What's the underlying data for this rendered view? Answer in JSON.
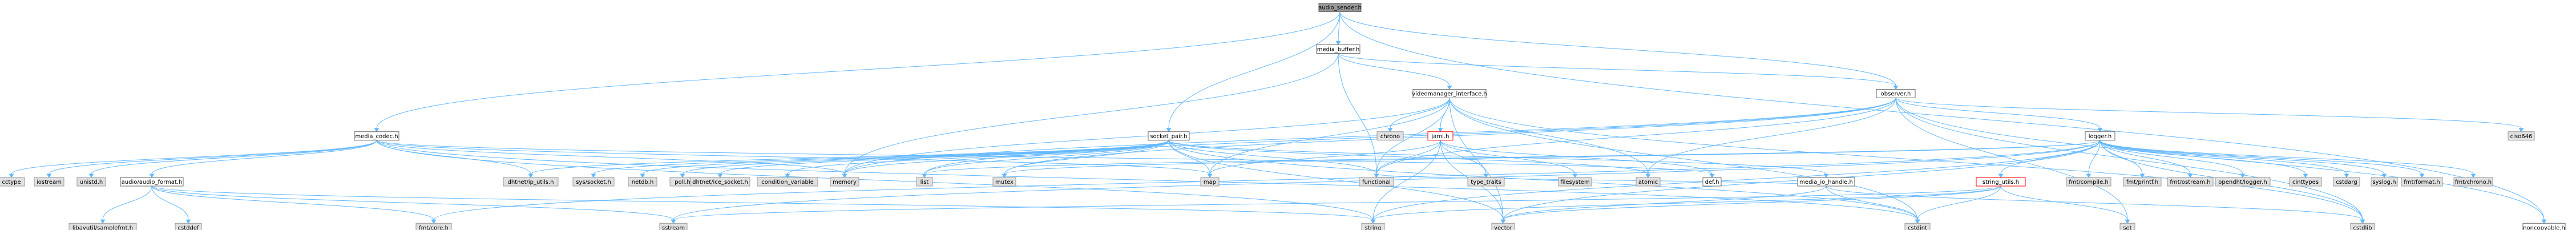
{
  "colors": {
    "edge": "#63b8ff",
    "root_fill": "#999999",
    "local_fill": "#ffffff",
    "system_fill": "#e0e0e0",
    "warn_border": "#ff0000"
  },
  "nodes": [
    {
      "id": "audio_sender",
      "label": "audio_sender.h",
      "kind": "root"
    },
    {
      "id": "media_buffer",
      "label": "media_buffer.h",
      "kind": "local"
    },
    {
      "id": "media_codec",
      "label": "media_codec.h",
      "kind": "local"
    },
    {
      "id": "observer",
      "label": "observer.h",
      "kind": "local"
    },
    {
      "id": "videomanager_interface",
      "label": "videomanager_interface.h",
      "kind": "local"
    },
    {
      "id": "socket_pair",
      "label": "socket_pair.h",
      "kind": "local"
    },
    {
      "id": "jami",
      "label": "jami.h",
      "kind": "warn"
    },
    {
      "id": "logger",
      "label": "logger.h",
      "kind": "local"
    },
    {
      "id": "ciso646",
      "label": "ciso646",
      "kind": "system"
    },
    {
      "id": "chrono",
      "label": "chrono",
      "kind": "system"
    },
    {
      "id": "cctype",
      "label": "cctype",
      "kind": "system"
    },
    {
      "id": "iostream",
      "label": "iostream",
      "kind": "system"
    },
    {
      "id": "unistd_h",
      "label": "unistd.h",
      "kind": "system"
    },
    {
      "id": "audio_format",
      "label": "audio/audio_format.h",
      "kind": "local"
    },
    {
      "id": "dhtnet_ip_utils",
      "label": "dhtnet/ip_utils.h",
      "kind": "system"
    },
    {
      "id": "sys_socket",
      "label": "sys/socket.h",
      "kind": "system"
    },
    {
      "id": "netdb_h",
      "label": "netdb.h",
      "kind": "system"
    },
    {
      "id": "poll_h",
      "label": "poll.h",
      "kind": "system"
    },
    {
      "id": "dhtnet_ice_socket",
      "label": "dhtnet/ice_socket.h",
      "kind": "system"
    },
    {
      "id": "condition_variable",
      "label": "condition_variable",
      "kind": "system"
    },
    {
      "id": "memory",
      "label": "memory",
      "kind": "system"
    },
    {
      "id": "list",
      "label": "list",
      "kind": "system"
    },
    {
      "id": "mutex",
      "label": "mutex",
      "kind": "system"
    },
    {
      "id": "map",
      "label": "map",
      "kind": "system"
    },
    {
      "id": "functional",
      "label": "functional",
      "kind": "system"
    },
    {
      "id": "type_traits",
      "label": "type_traits",
      "kind": "system"
    },
    {
      "id": "filesystem",
      "label": "filesystem",
      "kind": "system"
    },
    {
      "id": "atomic",
      "label": "atomic",
      "kind": "system"
    },
    {
      "id": "def_h",
      "label": "def.h",
      "kind": "local"
    },
    {
      "id": "media_io_handle",
      "label": "media_io_handle.h",
      "kind": "local"
    },
    {
      "id": "string_utils",
      "label": "string_utils.h",
      "kind": "warn"
    },
    {
      "id": "fmt_compile",
      "label": "fmt/compile.h",
      "kind": "system"
    },
    {
      "id": "fmt_printf",
      "label": "fmt/printf.h",
      "kind": "system"
    },
    {
      "id": "fmt_ostream",
      "label": "fmt/ostream.h",
      "kind": "system"
    },
    {
      "id": "opendht_logger",
      "label": "opendht/logger.h",
      "kind": "system"
    },
    {
      "id": "cinttypes",
      "label": "cinttypes",
      "kind": "system"
    },
    {
      "id": "cstdarg",
      "label": "cstdarg",
      "kind": "system"
    },
    {
      "id": "syslog_h",
      "label": "syslog.h",
      "kind": "system"
    },
    {
      "id": "fmt_format",
      "label": "fmt/format.h",
      "kind": "system"
    },
    {
      "id": "fmt_chrono",
      "label": "fmt/chrono.h",
      "kind": "system"
    },
    {
      "id": "libavutil_samplefmt",
      "label": "libavutil/samplefmt.h",
      "kind": "system"
    },
    {
      "id": "cstddef",
      "label": "cstddef",
      "kind": "system"
    },
    {
      "id": "fmt_core",
      "label": "fmt/core.h",
      "kind": "system"
    },
    {
      "id": "sstream",
      "label": "sstream",
      "kind": "system"
    },
    {
      "id": "string",
      "label": "string",
      "kind": "system"
    },
    {
      "id": "vector",
      "label": "vector",
      "kind": "system"
    },
    {
      "id": "cstdint",
      "label": "cstdint",
      "kind": "system"
    },
    {
      "id": "set",
      "label": "set",
      "kind": "system"
    },
    {
      "id": "cstdlib",
      "label": "cstdlib",
      "kind": "system"
    },
    {
      "id": "noncopyable",
      "label": "noncopyable.h",
      "kind": "local"
    }
  ],
  "edges": [
    [
      "audio_sender",
      "media_buffer"
    ],
    [
      "audio_sender",
      "media_codec"
    ],
    [
      "audio_sender",
      "observer"
    ],
    [
      "audio_sender",
      "socket_pair"
    ],
    [
      "audio_sender",
      "noncopyable"
    ],
    [
      "media_buffer",
      "videomanager_interface"
    ],
    [
      "media_buffer",
      "observer"
    ],
    [
      "media_buffer",
      "memory"
    ],
    [
      "media_buffer",
      "functional"
    ],
    [
      "videomanager_interface",
      "jami"
    ],
    [
      "videomanager_interface",
      "chrono"
    ],
    [
      "videomanager_interface",
      "memory"
    ],
    [
      "videomanager_interface",
      "vector"
    ],
    [
      "videomanager_interface",
      "map"
    ],
    [
      "videomanager_interface",
      "functional"
    ],
    [
      "videomanager_interface",
      "cstdint"
    ],
    [
      "videomanager_interface",
      "cstdlib"
    ],
    [
      "videomanager_interface",
      "atomic"
    ],
    [
      "jami",
      "def_h"
    ],
    [
      "jami",
      "type_traits"
    ],
    [
      "jami",
      "filesystem"
    ],
    [
      "jami",
      "functional"
    ],
    [
      "jami",
      "string"
    ],
    [
      "jami",
      "vector"
    ],
    [
      "jami",
      "map"
    ],
    [
      "observer",
      "ciso646"
    ],
    [
      "observer",
      "logger"
    ],
    [
      "observer",
      "noncopyable"
    ],
    [
      "observer",
      "memory"
    ],
    [
      "observer",
      "set"
    ],
    [
      "observer",
      "list"
    ],
    [
      "observer",
      "mutex"
    ],
    [
      "observer",
      "functional"
    ],
    [
      "observer",
      "cstdlib"
    ],
    [
      "observer",
      "atomic"
    ],
    [
      "logger",
      "fmt_core"
    ],
    [
      "logger",
      "fmt_format"
    ],
    [
      "logger",
      "fmt_chrono"
    ],
    [
      "logger",
      "fmt_compile"
    ],
    [
      "logger",
      "fmt_printf"
    ],
    [
      "logger",
      "fmt_ostream"
    ],
    [
      "logger",
      "opendht_logger"
    ],
    [
      "logger",
      "cinttypes"
    ],
    [
      "logger",
      "cstdarg"
    ],
    [
      "logger",
      "syslog_h"
    ],
    [
      "logger",
      "cstdlib"
    ],
    [
      "logger",
      "sstream"
    ],
    [
      "logger",
      "string"
    ],
    [
      "logger",
      "vector"
    ],
    [
      "logger",
      "list"
    ],
    [
      "logger",
      "mutex"
    ],
    [
      "logger",
      "string_utils"
    ],
    [
      "string_utils",
      "cstdint"
    ],
    [
      "string_utils",
      "string"
    ],
    [
      "string_utils",
      "vector"
    ],
    [
      "string_utils",
      "set"
    ],
    [
      "string_utils",
      "sstream"
    ],
    [
      "media_codec",
      "def_h"
    ],
    [
      "media_codec",
      "cctype"
    ],
    [
      "media_codec",
      "iostream"
    ],
    [
      "media_codec",
      "unistd_h"
    ],
    [
      "media_codec",
      "audio_format"
    ],
    [
      "media_codec",
      "dhtnet_ip_utils"
    ],
    [
      "media_codec",
      "memory"
    ],
    [
      "media_codec",
      "string"
    ],
    [
      "media_codec",
      "map"
    ],
    [
      "media_codec",
      "cstdint"
    ],
    [
      "audio_format",
      "libavutil_samplefmt"
    ],
    [
      "audio_format",
      "cstddef"
    ],
    [
      "audio_format",
      "fmt_core"
    ],
    [
      "audio_format",
      "sstream"
    ],
    [
      "audio_format",
      "string"
    ],
    [
      "socket_pair",
      "media_io_handle"
    ],
    [
      "socket_pair",
      "dhtnet_ip_utils"
    ],
    [
      "socket_pair",
      "sys_socket"
    ],
    [
      "socket_pair",
      "netdb_h"
    ],
    [
      "socket_pair",
      "poll_h"
    ],
    [
      "socket_pair",
      "dhtnet_ice_socket"
    ],
    [
      "socket_pair",
      "condition_variable"
    ],
    [
      "socket_pair",
      "memory"
    ],
    [
      "socket_pair",
      "list"
    ],
    [
      "socket_pair",
      "mutex"
    ],
    [
      "socket_pair",
      "map"
    ],
    [
      "socket_pair",
      "functional"
    ],
    [
      "socket_pair",
      "atomic"
    ],
    [
      "socket_pair",
      "vector"
    ],
    [
      "socket_pair",
      "cstdint"
    ],
    [
      "media_io_handle",
      "cstdlib"
    ],
    [
      "media_io_handle",
      "cstdint"
    ],
    [
      "media_io_handle",
      "functional"
    ],
    [
      "media_io_handle",
      "vector"
    ]
  ]
}
